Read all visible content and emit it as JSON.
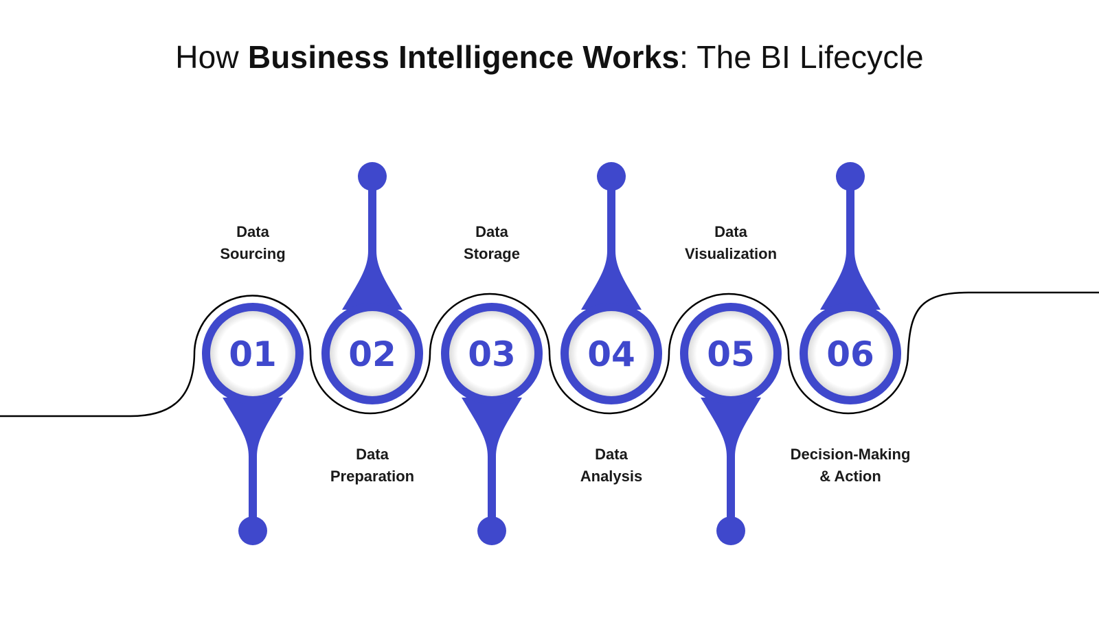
{
  "title": {
    "prefix": "How ",
    "bold": "Business Intelligence Works",
    "suffix": ": The BI Lifecycle"
  },
  "colors": {
    "accent": "#3F48CC",
    "line": "#000000",
    "text": "#1a1a1a",
    "circle_fill": "#ffffff"
  },
  "steps": [
    {
      "number": "01",
      "label_line1": "Data",
      "label_line2": "Sourcing"
    },
    {
      "number": "02",
      "label_line1": "Data",
      "label_line2": "Preparation"
    },
    {
      "number": "03",
      "label_line1": "Data",
      "label_line2": "Storage"
    },
    {
      "number": "04",
      "label_line1": "Data",
      "label_line2": "Analysis"
    },
    {
      "number": "05",
      "label_line1": "Data",
      "label_line2": "Visualization"
    },
    {
      "number": "06",
      "label_line1": "Decision-Making",
      "label_line2": "& Action"
    }
  ]
}
